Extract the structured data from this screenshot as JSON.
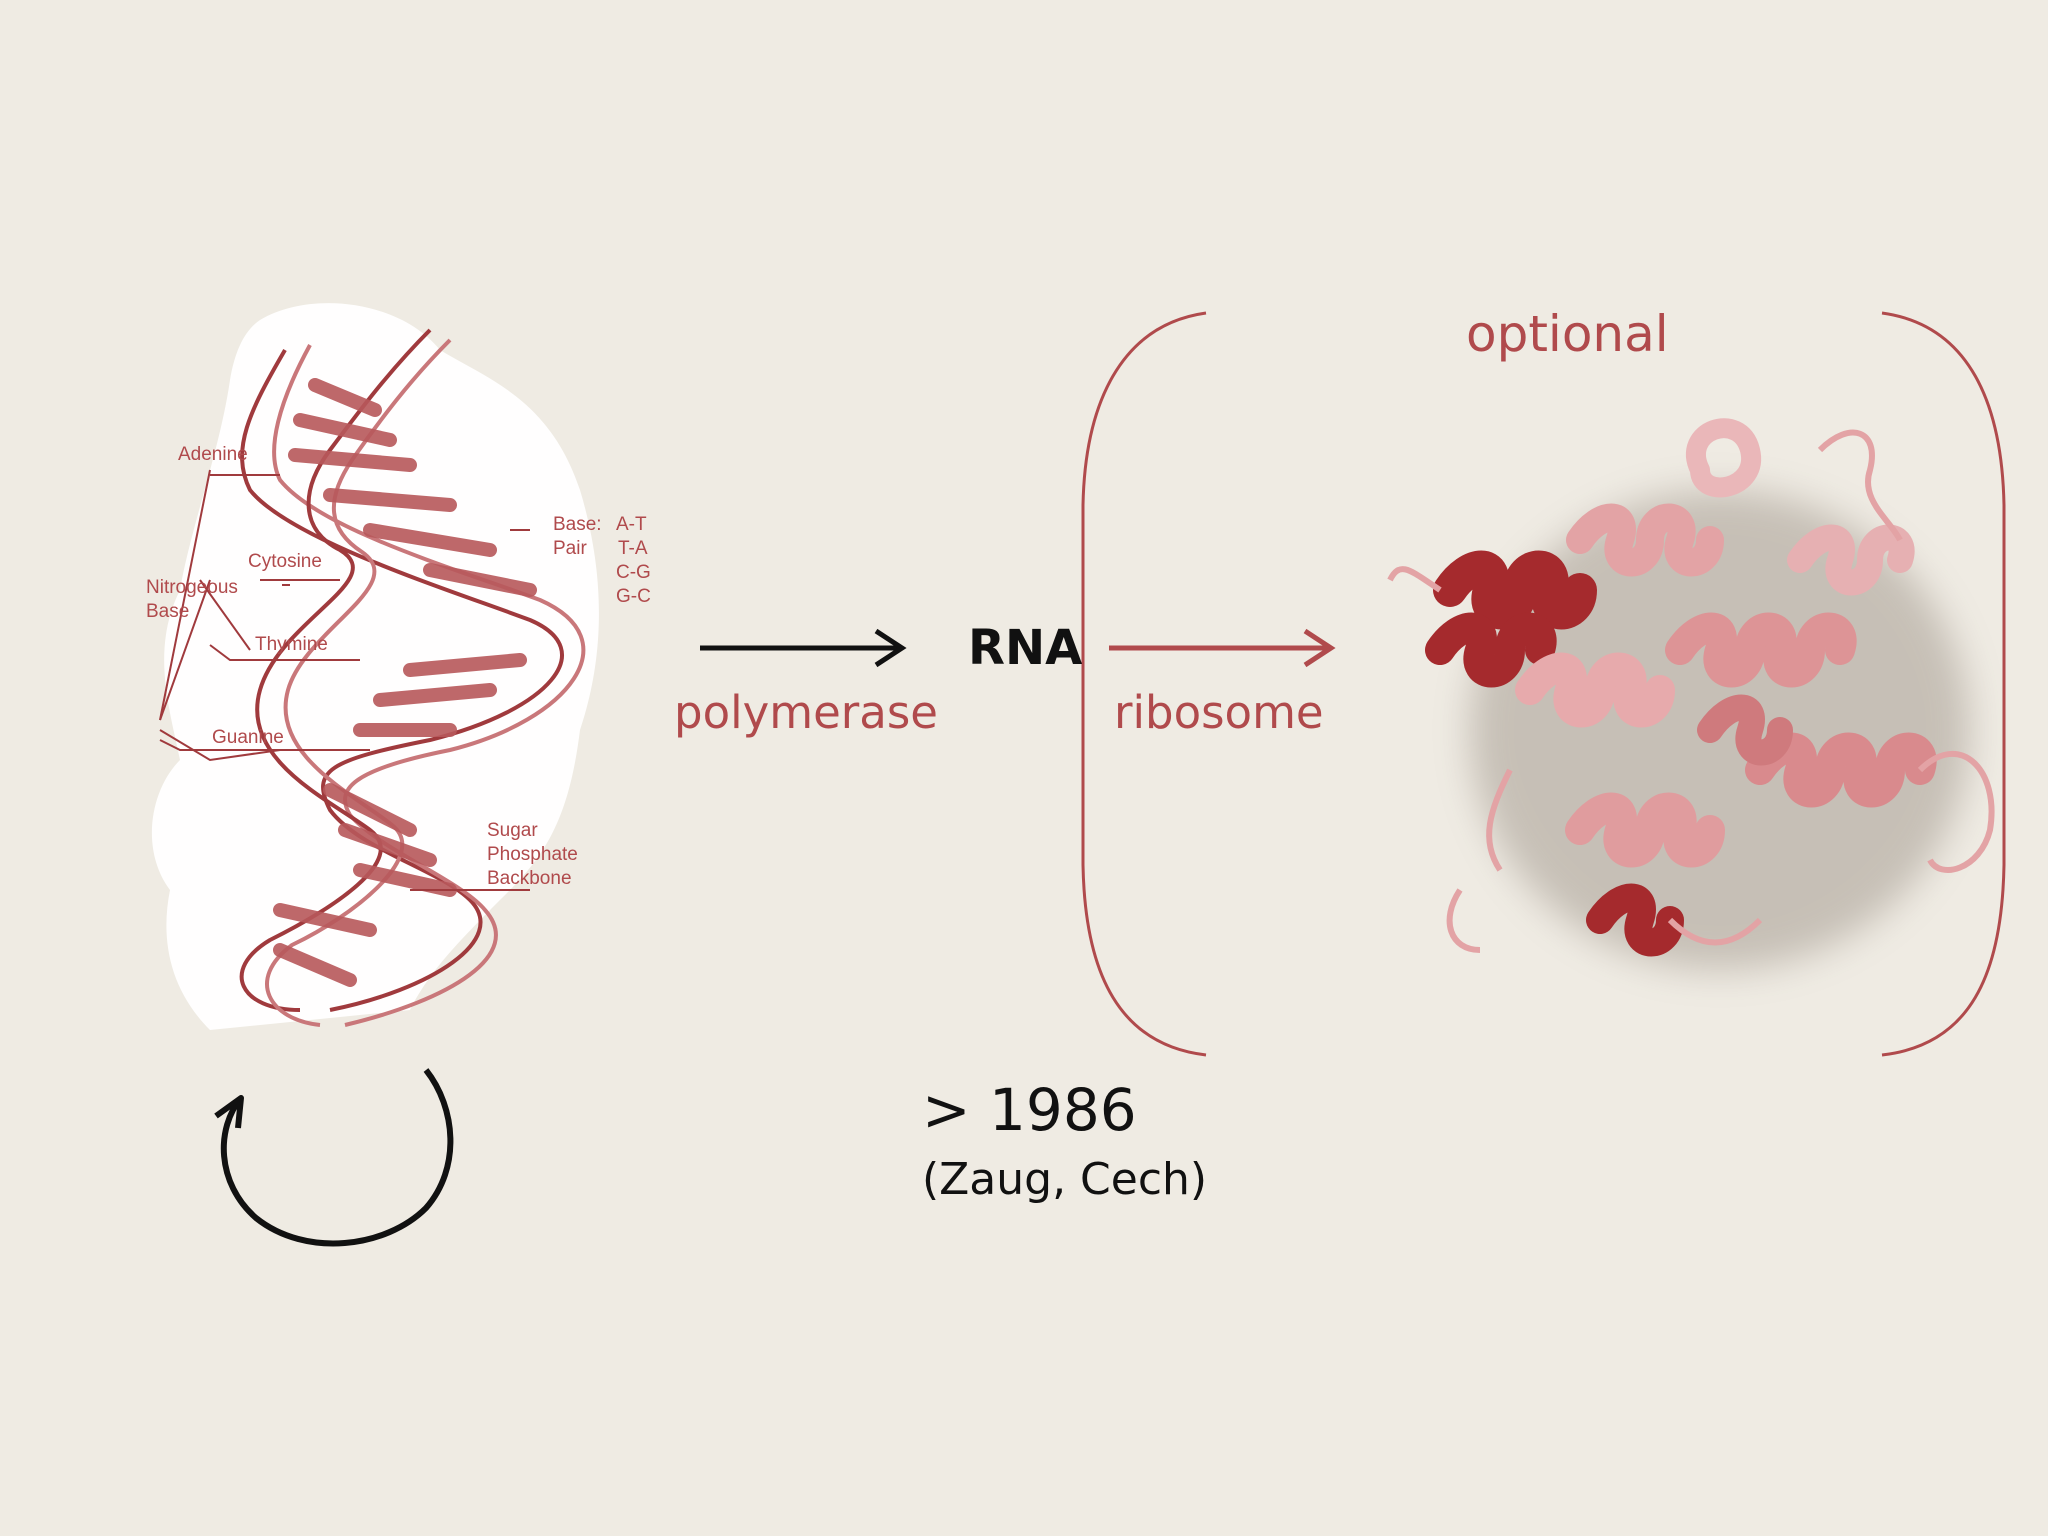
{
  "labels": {
    "optional": "optional",
    "rna": "RNA",
    "polymerase": "polymerase",
    "ribosome": "ribosome",
    "year": "> 1986",
    "citation": "(Zaug, Cech)"
  },
  "dna_diagram": {
    "adenine": "Adenine",
    "cytosine": "Cytosine",
    "nitrogeous_line1": "Nitrogeous",
    "nitrogeous_line2": "Base",
    "thymine": "Thymine",
    "guanine": "Guanine",
    "base_pair_line1": "Base:",
    "base_pair_line2": "Pair",
    "pairs": [
      "A-T",
      "T-A",
      "C-G",
      "G-C"
    ],
    "sugar_line1": "Sugar",
    "sugar_line2": "Phosphate",
    "sugar_line3": "Backbone"
  },
  "colors": {
    "background": "#efebe3",
    "accent": "#b04a4c",
    "dark_accent": "#a52a2d",
    "arrow_black": "#111111"
  },
  "icons": {
    "dna": "dna-helix-icon",
    "protein": "protein-ribbon-icon",
    "cycle": "replication-cycle-icon"
  }
}
